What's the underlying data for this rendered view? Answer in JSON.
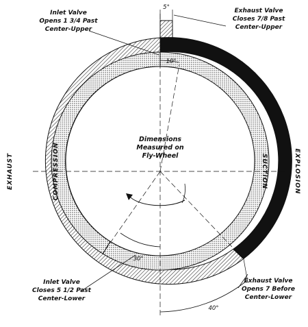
{
  "labels": {
    "inlet_opens": [
      "Inlet Valve",
      "Opens 1 3/4 Past",
      "Center-Upper"
    ],
    "exhaust_closes": [
      "Exhaust Valve",
      "Closes 7/8 Past",
      "Center-Upper"
    ],
    "inlet_closes": [
      "Inlet Valve",
      "Closes 5 1/2 Past",
      "Center-Lower"
    ],
    "exhaust_opens": [
      "Exhaust Valve",
      "Opens 7 Before",
      "Center-Lower"
    ],
    "center": [
      "Dimensions",
      "Measured on",
      "Fly-Wheel"
    ]
  },
  "strokes": {
    "exhaust": "EXHAUST",
    "compression": "COMPRESSION",
    "suction": "SUCTION",
    "explosion": "EXPLOSION"
  },
  "angles": {
    "top": "5°",
    "ten": "10°",
    "thirty": "30°",
    "forty": "40°"
  },
  "colors": {
    "ink": "#111111",
    "paper": "#ffffff"
  }
}
